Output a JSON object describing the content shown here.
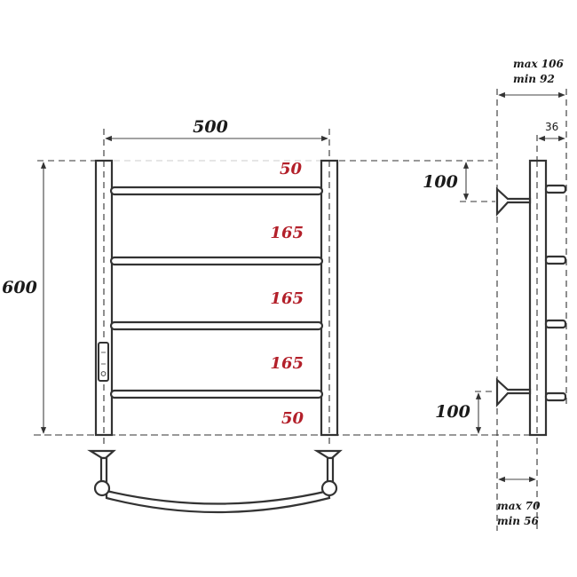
{
  "front_view": {
    "width_label": "500",
    "height_label": "600",
    "spacings": [
      {
        "label": "50"
      },
      {
        "label": "165"
      },
      {
        "label": "165"
      },
      {
        "label": "165"
      },
      {
        "label": "50"
      }
    ],
    "rail_count": 4
  },
  "side_view": {
    "depth_total": {
      "max_label": "max 106",
      "min_label": "min 92"
    },
    "rail_depth_label": "36",
    "top_bracket_offset_label": "100",
    "bottom_bracket_offset_label": "100",
    "wall_offset": {
      "max_label": "max 70",
      "min_label": "min 56"
    }
  },
  "colors": {
    "line": "#333333",
    "accent_red": "#b3202a",
    "background": "#ffffff"
  }
}
